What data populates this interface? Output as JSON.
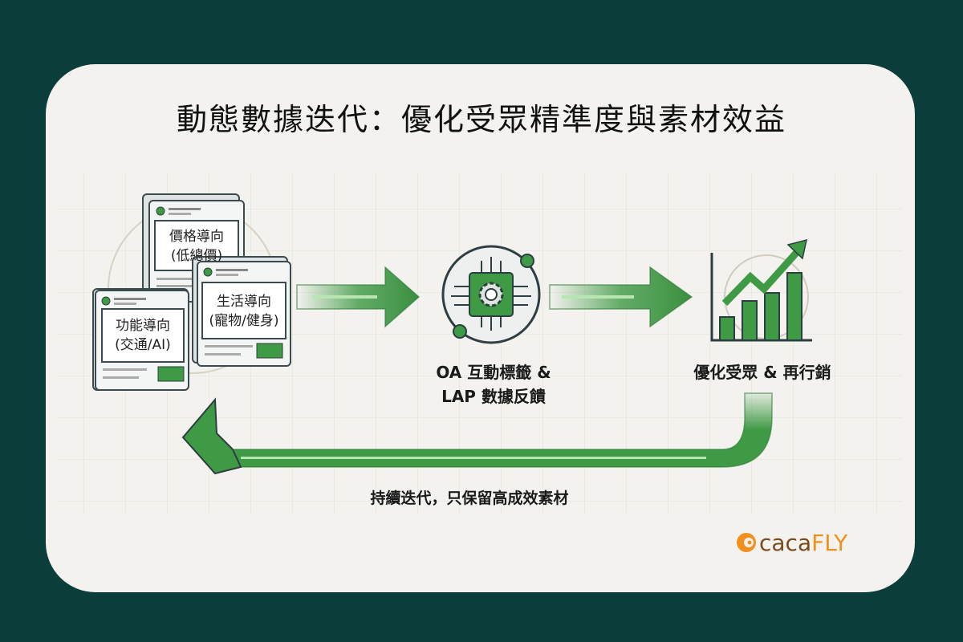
{
  "title": "動態數據迭代：優化受眾精準度與素材效益",
  "audience_cards": [
    {
      "title": "價格導向",
      "subtitle": "(低總價)"
    },
    {
      "title": "生活導向",
      "subtitle": "(寵物/健身)"
    },
    {
      "title": "功能導向",
      "subtitle": "(交通/AI)"
    }
  ],
  "steps": {
    "feedback_line1": "OA 互動標籤 &",
    "feedback_line2": "LAP 數據反饋",
    "optimize": "優化受眾 & 再行銷"
  },
  "loop_caption": "持續迭代，只保留高成效素材",
  "logo": {
    "part1": "caca",
    "part2": "FLY"
  },
  "colors": {
    "background": "#0b3d3a",
    "card": "#f3f2ee",
    "accent": "#3f9a45",
    "logo": "#f0901e"
  }
}
